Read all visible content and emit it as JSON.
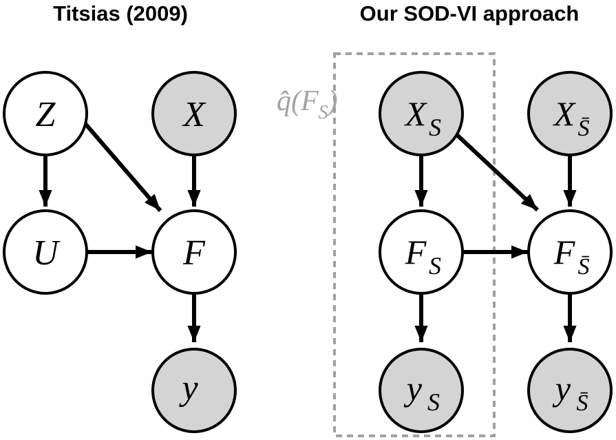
{
  "titles": {
    "left": "Titsias (2009)",
    "right": "Our SOD-VI approach"
  },
  "left_graph": {
    "nodes": {
      "Z": {
        "label": "Z",
        "observed": false
      },
      "X": {
        "label": "X",
        "observed": true
      },
      "U": {
        "label": "U",
        "observed": false
      },
      "F": {
        "label": "F",
        "observed": false
      },
      "y": {
        "label": "y",
        "observed": true
      }
    },
    "edges": [
      [
        "Z",
        "U"
      ],
      [
        "Z",
        "F"
      ],
      [
        "X",
        "F"
      ],
      [
        "U",
        "F"
      ],
      [
        "F",
        "y"
      ]
    ]
  },
  "right_graph": {
    "nodes": {
      "XS": {
        "label": "X",
        "sub": "S",
        "observed": true
      },
      "XSbar": {
        "label": "X",
        "sub": "S̄",
        "observed": true
      },
      "FS": {
        "label": "F",
        "sub": "S",
        "observed": false
      },
      "FSbar": {
        "label": "F",
        "sub": "S̄",
        "observed": false
      },
      "yS": {
        "label": "y",
        "sub": "S",
        "observed": true
      },
      "ySbar": {
        "label": "y",
        "sub": "S̄",
        "observed": true
      }
    },
    "edges": [
      [
        "XS",
        "FS"
      ],
      [
        "XS",
        "FSbar"
      ],
      [
        "XSbar",
        "FSbar"
      ],
      [
        "FS",
        "FSbar"
      ],
      [
        "FS",
        "yS"
      ],
      [
        "FSbar",
        "ySbar"
      ]
    ]
  },
  "variational_box": {
    "label_prefix": "q̂(F",
    "label_sub": "S",
    "label_suffix": ")"
  },
  "colors": {
    "observed_fill": "#d4d4d4",
    "latent_fill": "#ffffff",
    "stroke": "#000000",
    "box_stroke": "#a0a0a0",
    "box_label": "#a3a3a3"
  }
}
